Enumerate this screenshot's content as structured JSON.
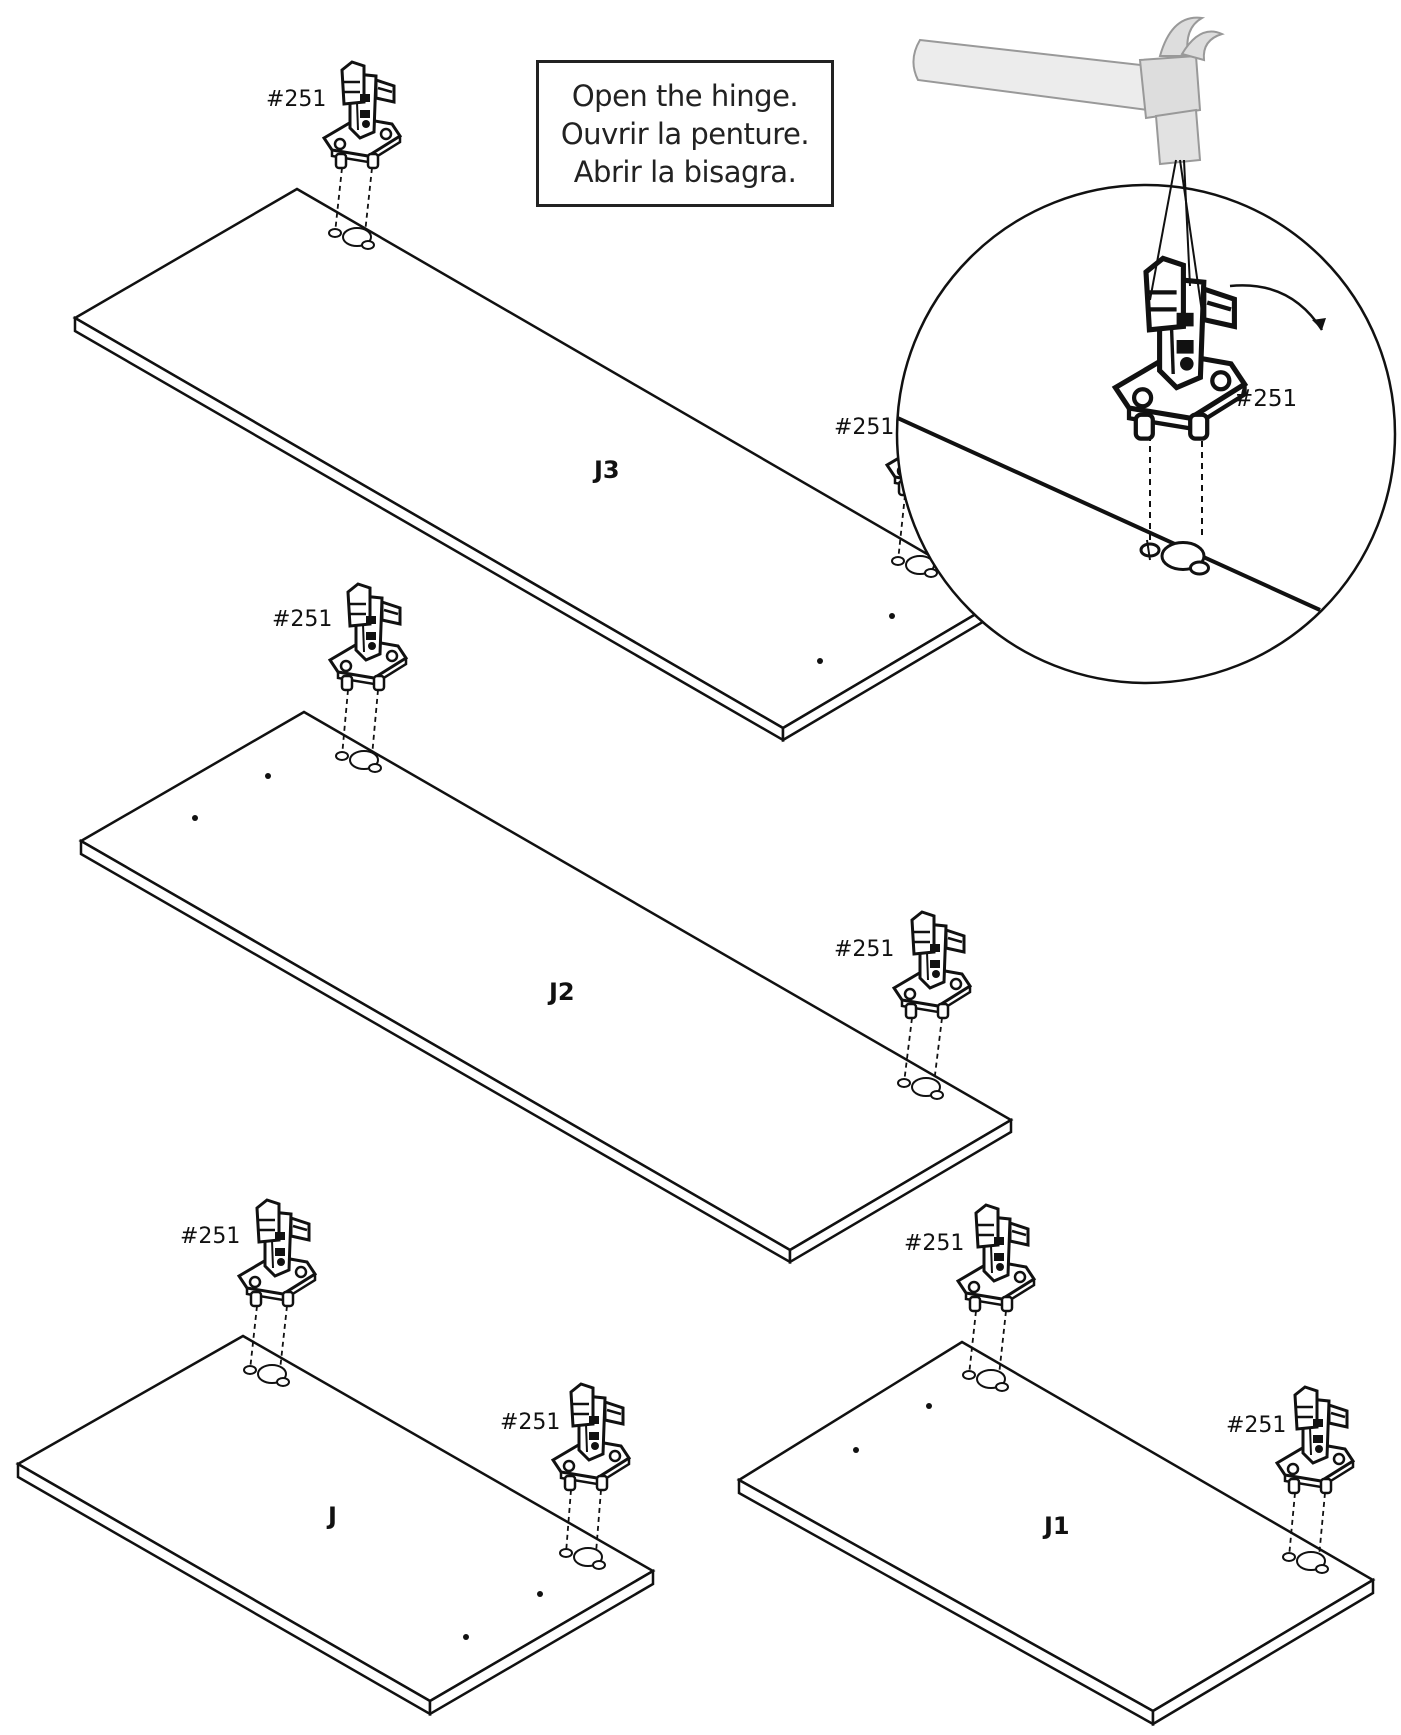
{
  "instruction": {
    "line_en": "Open the hinge.",
    "line_fr": "Ouvrir la penture.",
    "line_es": "Abrir la bisagra."
  },
  "hinge_part_label": "#251",
  "panels": {
    "j3": {
      "label": "J3"
    },
    "j2": {
      "label": "J2"
    },
    "j": {
      "label": "J"
    },
    "j1": {
      "label": "J1"
    }
  },
  "colors": {
    "line": "#1a1a1a",
    "panel_fill": "#ffffff",
    "hammer": "#e6e6e6"
  }
}
